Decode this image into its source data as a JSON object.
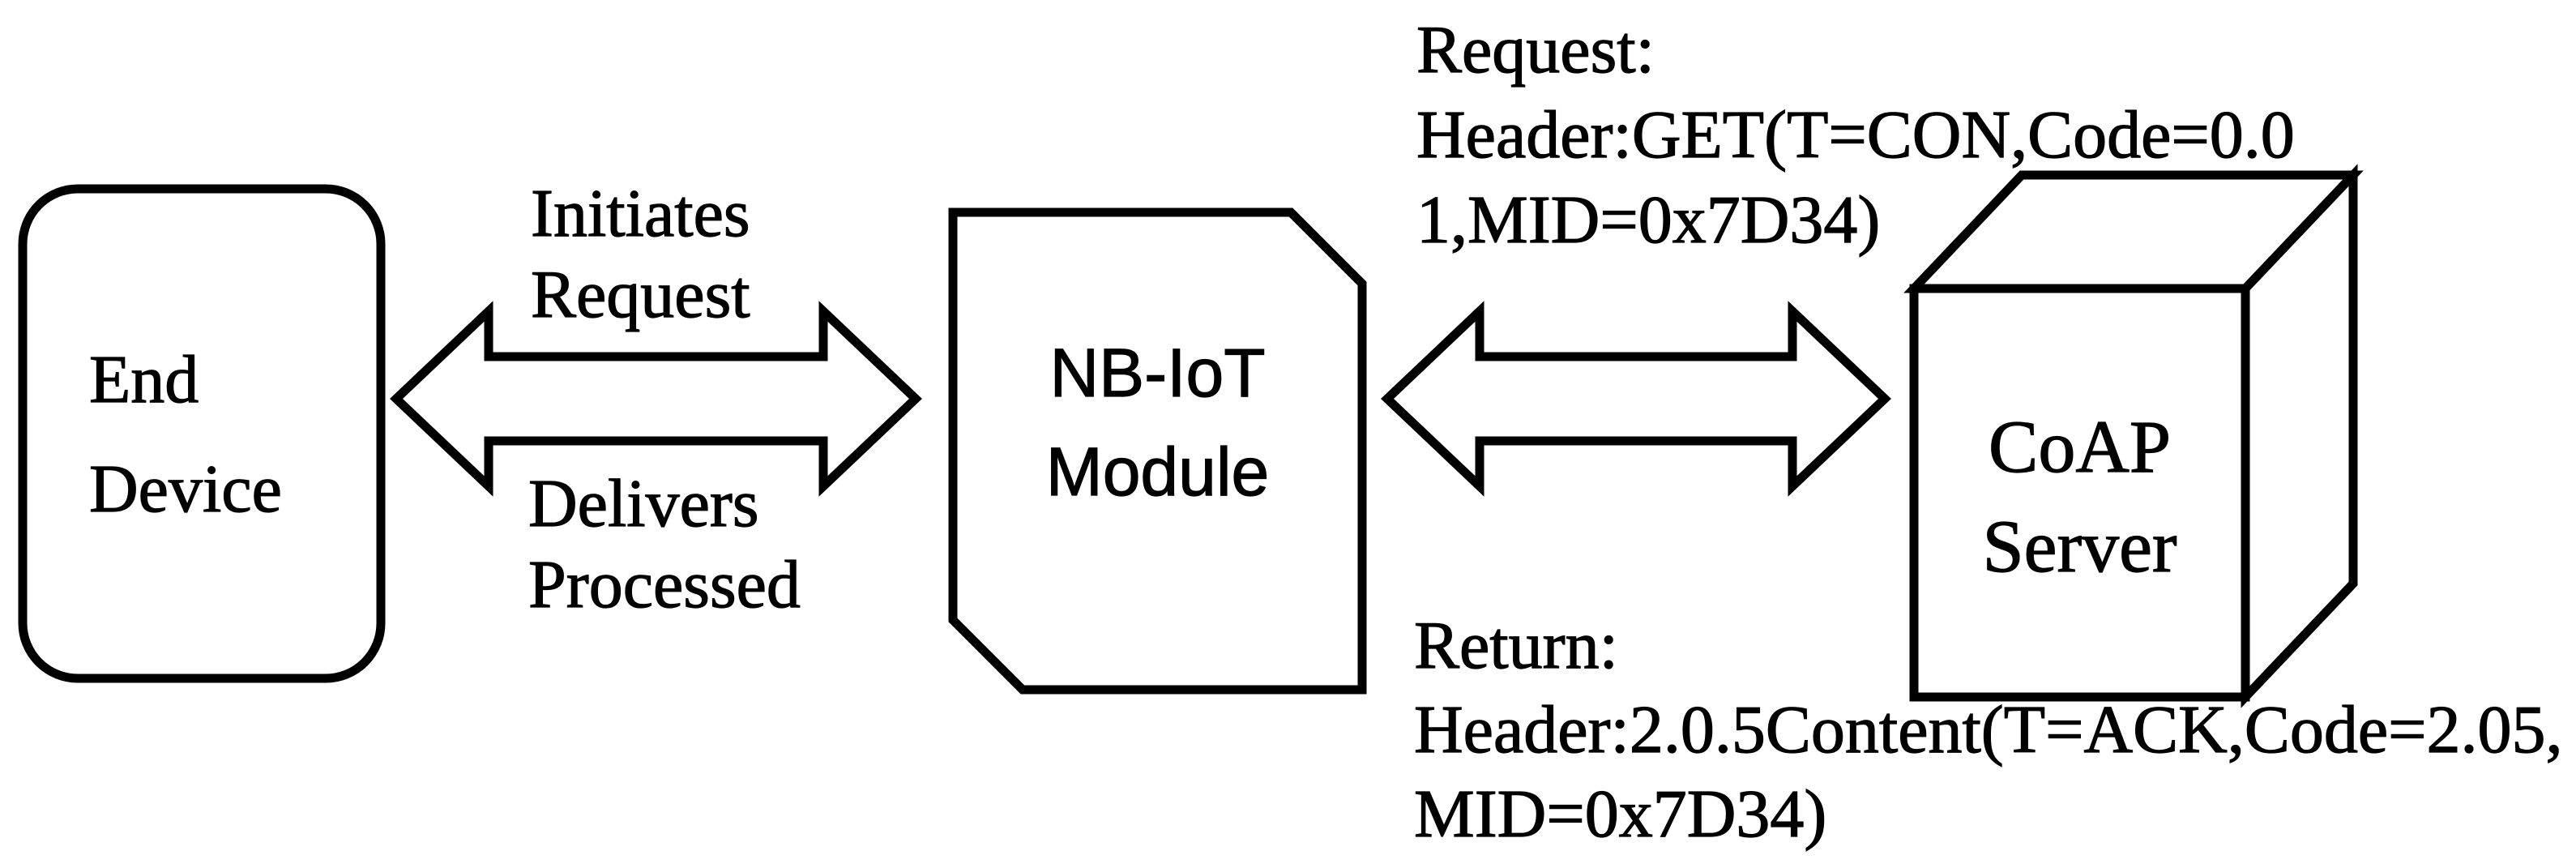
{
  "diagram": {
    "title_semantic": "NB-IoT CoAP request flow diagram",
    "colors": {
      "ink": "#000000",
      "background": "#ffffff"
    },
    "nodes": {
      "end_device": {
        "line1": "End",
        "line2": "Device"
      },
      "nbiot_module": {
        "line1": "NB-IoT",
        "line2": "Module"
      },
      "coap_server": {
        "line1": "CoAP",
        "line2": "Server"
      }
    },
    "link_labels": {
      "top": {
        "line1": "Initiates",
        "line2": "Request"
      },
      "bottom": {
        "line1": "Delivers",
        "line2": "Processed"
      }
    },
    "request_note": {
      "line1": "Request:",
      "line2": "Header:GET(T=CON,Code=0.0",
      "line3": "1,MID=0x7D34)"
    },
    "return_note": {
      "line1": "Return:",
      "line2": "Header:2.0.5Content(T=ACK,Code=2.05,",
      "line3": "MID=0x7D34)"
    }
  }
}
